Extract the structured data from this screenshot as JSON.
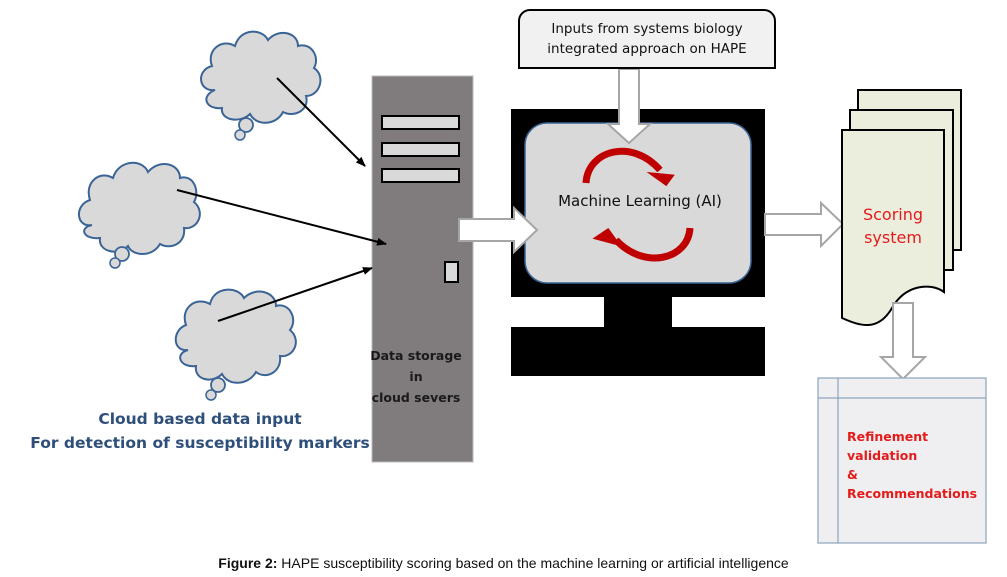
{
  "inputs_box": {
    "line1": "Inputs from systems biology",
    "line2": "integrated approach on HAPE"
  },
  "machine_learning": {
    "label": "Machine Learning (AI)"
  },
  "data_storage": {
    "line1": "Data storage",
    "line2": "in",
    "line3": "cloud severs"
  },
  "cloud_input": {
    "line1": "Cloud based data input",
    "line2": "For detection of susceptibility markers",
    "cloud_count": 3
  },
  "scoring": {
    "line1": "Scoring",
    "line2": "system"
  },
  "refinement": {
    "line1": "Refinement",
    "line2": "validation",
    "line3": "&",
    "line4": "Recommendations"
  },
  "figure_caption": {
    "prefix": "Figure 2:",
    "text": " HAPE susceptibility scoring based on the machine learning or artificial intelligence"
  },
  "colors": {
    "cloud_fill": "#d9d9d9",
    "cloud_stroke": "#3b6496",
    "server": "#807b7d",
    "monitor": "#000000",
    "screen": "#d9d9d9",
    "cycle_arrows": "#c00000",
    "document_fill": "#eceedd",
    "refine_fill": "#efeff1",
    "highlight_text": "#e31b1b",
    "caption_blue": "#2e4f7a"
  }
}
